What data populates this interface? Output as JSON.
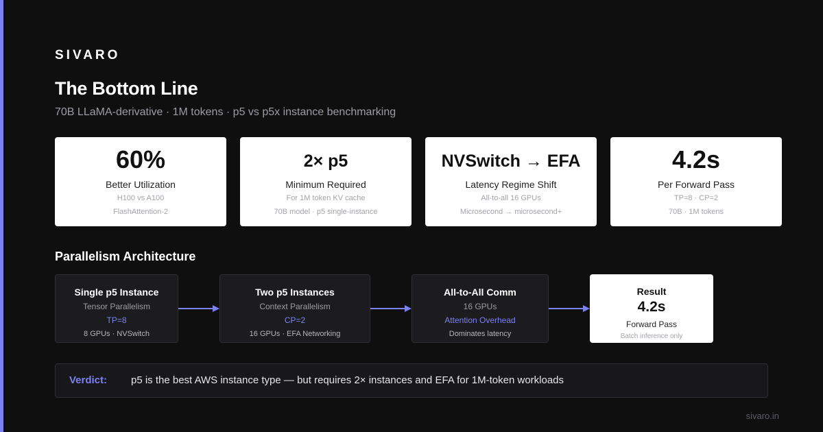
{
  "brand": "SIVARO",
  "title": "The Bottom Line",
  "subtitle": "70B LLaMA-derivative · 1M tokens · p5 vs p5x instance benchmarking",
  "metrics": [
    {
      "value": "60%",
      "label": "Better Utilization",
      "sub1": "H100 vs A100",
      "sub2": "FlashAttention-2"
    },
    {
      "value": "2× p5",
      "label": "Minimum Required",
      "sub1": "For 1M token KV cache",
      "sub2": "70B model · p5 single-instance"
    },
    {
      "value": "NVSwitch → EFA",
      "label": "Latency Regime Shift",
      "sub1": "All-to-all 16 GPUs",
      "sub2": "Microsecond → microsecond+"
    },
    {
      "value": "4.2s",
      "label": "Per Forward Pass",
      "sub1": "TP=8 · CP=2",
      "sub2": "70B · 1M tokens"
    }
  ],
  "section_title": "Parallelism Architecture",
  "flow": [
    {
      "title": "Single p5 Instance",
      "sub": "Tensor Parallelism",
      "accent": "TP=8",
      "foot": "8 GPUs · NVSwitch"
    },
    {
      "title": "Two p5 Instances",
      "sub": "Context Parallelism",
      "accent": "CP=2",
      "foot": "16 GPUs · EFA Networking"
    },
    {
      "title": "All-to-All Comm",
      "sub": "16 GPUs",
      "accent": "Attention Overhead",
      "foot": "Dominates latency"
    },
    {
      "title": "Result",
      "big": "4.2s",
      "sub": "Forward Pass",
      "foot": "Batch inference only"
    }
  ],
  "verdict": {
    "label": "Verdict:",
    "text": "p5 is the best AWS instance type — but requires 2× instances and EFA for 1M-token workloads"
  },
  "footer": "sivaro.in",
  "colors": {
    "accent": "#7b82f0",
    "background": "#0f0f10",
    "card": "#ffffff",
    "dark_card": "#1c1c1f"
  }
}
